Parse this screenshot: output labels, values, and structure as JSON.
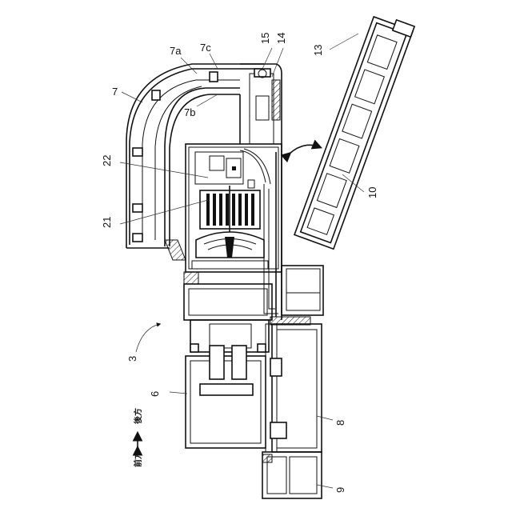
{
  "labels": {
    "l7": "7",
    "l7a": "7a",
    "l7c": "7c",
    "l7b": "7b",
    "l15": "15",
    "l14": "14",
    "l13": "13",
    "l22": "22",
    "l21": "21",
    "l10": "10",
    "l3": "3",
    "l6": "6",
    "l8": "8",
    "l9": "9"
  },
  "direction": {
    "front": "前方",
    "rear": "後方"
  }
}
